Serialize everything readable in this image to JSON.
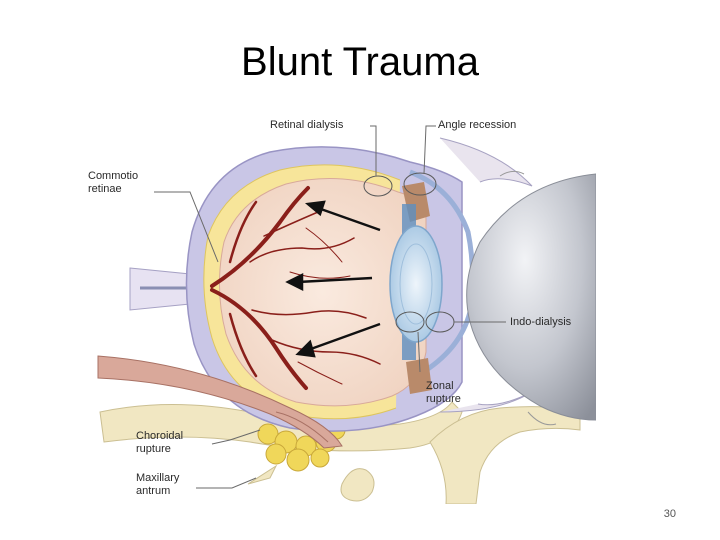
{
  "slide": {
    "title": "Blunt Trauma",
    "page_number": "30"
  },
  "diagram": {
    "labels": {
      "retinal_dialysis": "Retinal dialysis",
      "angle_recession": "Angle recession",
      "commotio_retinae": "Commotio\nretinae",
      "indo_dialysis": "Indo-dialysis",
      "zonal_rupture": "Zonal\nrupture",
      "choroidal_rupture": "Choroidal\nrupture",
      "maxillary_antrum": "Maxillary\nantrum"
    },
    "colors": {
      "sclera": "#c9c6e6",
      "retina": "#f7e59a",
      "vitreous": "#f6e2d6",
      "vessel": "#8a1f1a",
      "lens": "#bcd6ec",
      "ball": "#b9bcc6",
      "bone": "#f1e7c2",
      "fat": "#f0d75a",
      "muscle": "#d9a89a"
    }
  }
}
